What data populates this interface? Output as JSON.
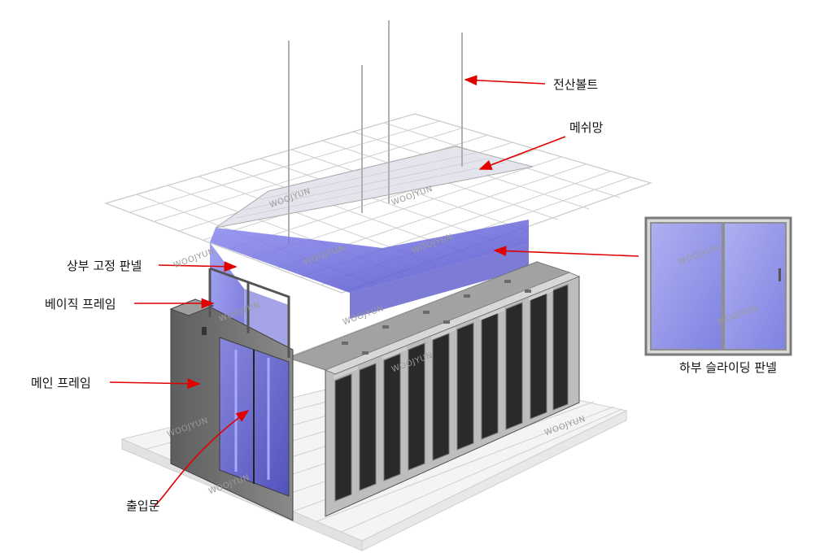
{
  "labels": {
    "bolt": "전산볼트",
    "mesh": "메쉬망",
    "top_panel": "상부 고정 판넬",
    "basic_frame": "베이직 프레임",
    "main_frame": "메인 프레임",
    "door": "출입문",
    "sliding_panel": "하부 슬라이딩 판넬"
  },
  "watermark": "WOOJYUN",
  "colors": {
    "arrow": "#e00000",
    "frame": "#6b6b6b",
    "glass": "#6a6ae0",
    "grid": "#c8c8c8"
  }
}
